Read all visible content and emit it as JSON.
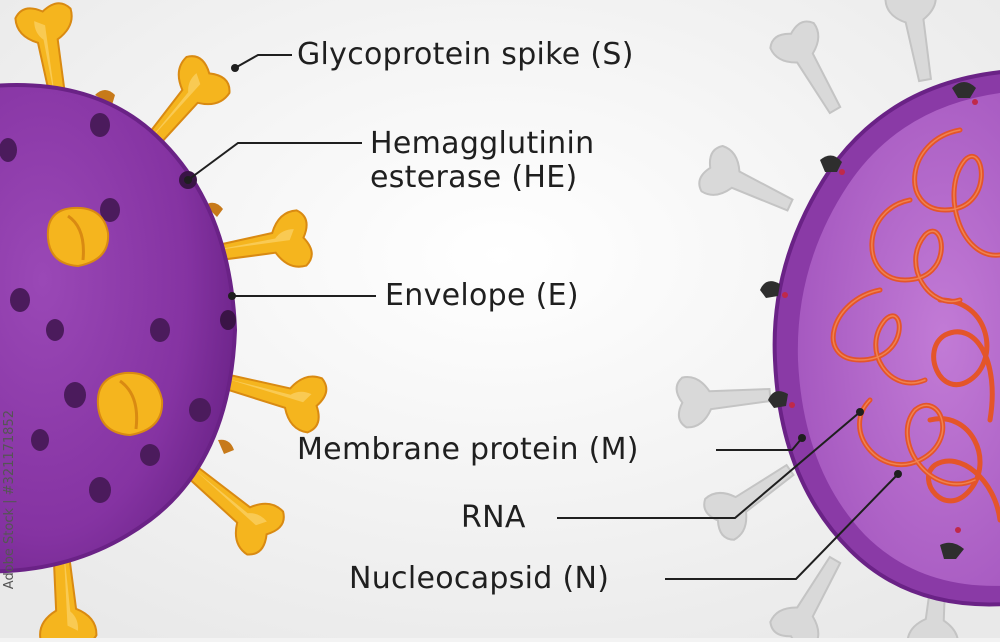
{
  "labels": {
    "spike": "Glycoprotein spike  (S)",
    "hemagglutinin": "Hemagglutinin\nesterase (HE)",
    "envelope": "Envelope  (E)",
    "membrane": "Membrane protein (M)",
    "rna": "RNA",
    "nucleocapsid": "Nucleocapsid (N)"
  },
  "watermark": "Adobe Stock | #321171852",
  "colors": {
    "background": "#f3f3f3",
    "virus_purple": "#8a3aa6",
    "virus_purple_dark": "#5e1f7a",
    "interior_purple": "#b066c8",
    "spike_yellow": "#f5b51e",
    "spike_yellow_dark": "#d98a12",
    "rna_orange": "#e4552a",
    "ghost_spike": "#d6d6d6",
    "line": "#1f1f1f"
  }
}
